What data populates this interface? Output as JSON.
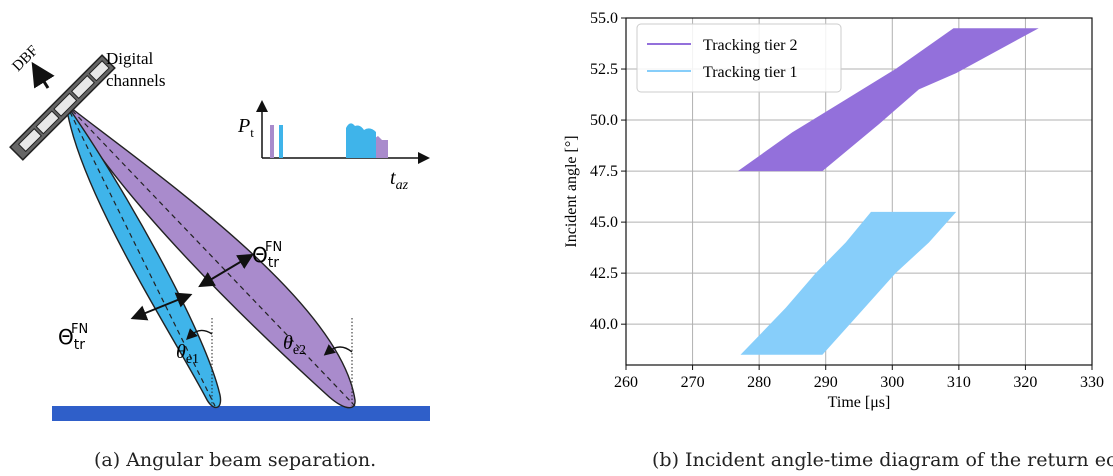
{
  "left_panel": {
    "dbf_label": "DBF",
    "digital_channels_line1": "Digital",
    "digital_channels_line2": "channels",
    "inset": {
      "y_label_main": "P",
      "y_label_sub": "t",
      "x_label": "t",
      "x_label_sub": "az"
    },
    "beam_width_main": "Θ",
    "beam_width_sup": "FN",
    "beam_width_sub": "tr",
    "theta_e1_main": "θ",
    "theta_e1_sub": "e1",
    "theta_e2_main": "θ",
    "theta_e2_sub": "e2",
    "colors": {
      "beam1": "#3fb4ea",
      "beam2": "#a98bcc",
      "ground": "#2f5fc9",
      "antenna": "#666666"
    },
    "caption": "(a) Angular beam separation."
  },
  "right_panel": {
    "caption": "(b) Incident angle-time diagram of the return echoes"
  },
  "chart_data": {
    "type": "area",
    "xlabel": "Time [μs]",
    "ylabel": "Incident angle [°]",
    "xlim": [
      260,
      330
    ],
    "ylim": [
      38,
      55
    ],
    "xticks": [
      "260",
      "270",
      "280",
      "290",
      "300",
      "310",
      "320",
      "330"
    ],
    "yticks": [
      "40.0",
      "42.5",
      "45.0",
      "47.5",
      "50.0",
      "52.5",
      "55.0"
    ],
    "grid": true,
    "legend_position": "top-left",
    "series": [
      {
        "name": "Tracking tier 2",
        "color": "#9370db",
        "polygon": [
          [
            276.8,
            47.5
          ],
          [
            289.5,
            47.5
          ],
          [
            298,
            49.8
          ],
          [
            304,
            51.5
          ],
          [
            309.6,
            52.3
          ],
          [
            322,
            54.5
          ],
          [
            309.2,
            54.5
          ],
          [
            300.5,
            52.5
          ],
          [
            293,
            51.0
          ],
          [
            285,
            49.4
          ]
        ]
      },
      {
        "name": "Tracking tier 1",
        "color": "#87cefa",
        "polygon": [
          [
            277.2,
            38.5
          ],
          [
            289.5,
            38.5
          ],
          [
            295,
            40.5
          ],
          [
            300.5,
            42.5
          ],
          [
            305.5,
            44.0
          ],
          [
            309.6,
            45.5
          ],
          [
            296.8,
            45.5
          ],
          [
            293,
            44.0
          ],
          [
            288.5,
            42.5
          ],
          [
            284,
            40.8
          ]
        ]
      }
    ]
  }
}
